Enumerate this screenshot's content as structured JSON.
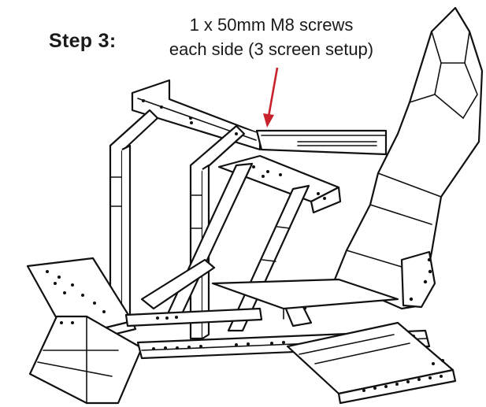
{
  "instruction": {
    "step_label": "Step 3:",
    "note_line1": "1 x 50mm M8 screws",
    "note_line2": "each side (3 screen setup)"
  },
  "colors": {
    "arrow": "#c8232c",
    "text": "#1a1a1a",
    "line_art": "#111111"
  }
}
